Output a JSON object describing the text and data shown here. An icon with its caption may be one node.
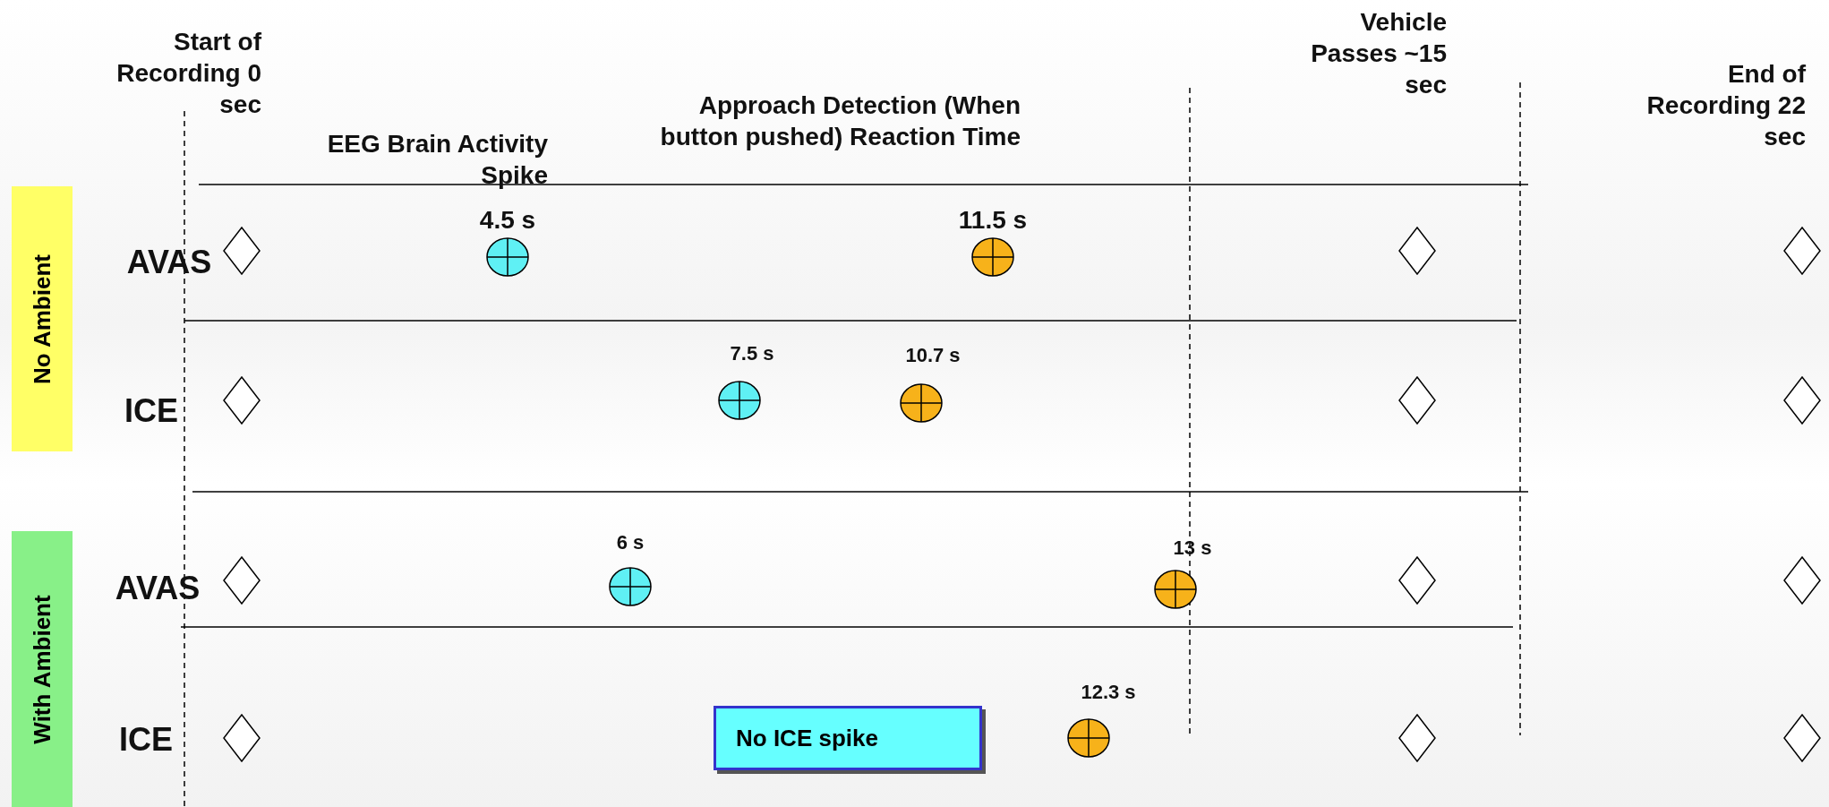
{
  "diagram": {
    "nodes": [
      {
        "text": [
          "No Ambient"
        ]
      },
      {
        "text": [
          "With Ambient"
        ]
      },
      {
        "text": [
          "No ICE spike"
        ]
      }
    ],
    "labels": [
      "Start of Recording 0 sec",
      "Vehicle Passes ~15 sec",
      "End of Recording 22 sec",
      "Approach Detection (When button pushed) Reaction Time",
      "EEG Brain Activity Spike",
      "4.5 s",
      "11.5 s",
      "AVAS",
      "7.5 s",
      "10.7 s",
      "ICE",
      "6 s",
      "13 s",
      "AVAS",
      "12.3 s",
      "ICE"
    ]
  }
}
